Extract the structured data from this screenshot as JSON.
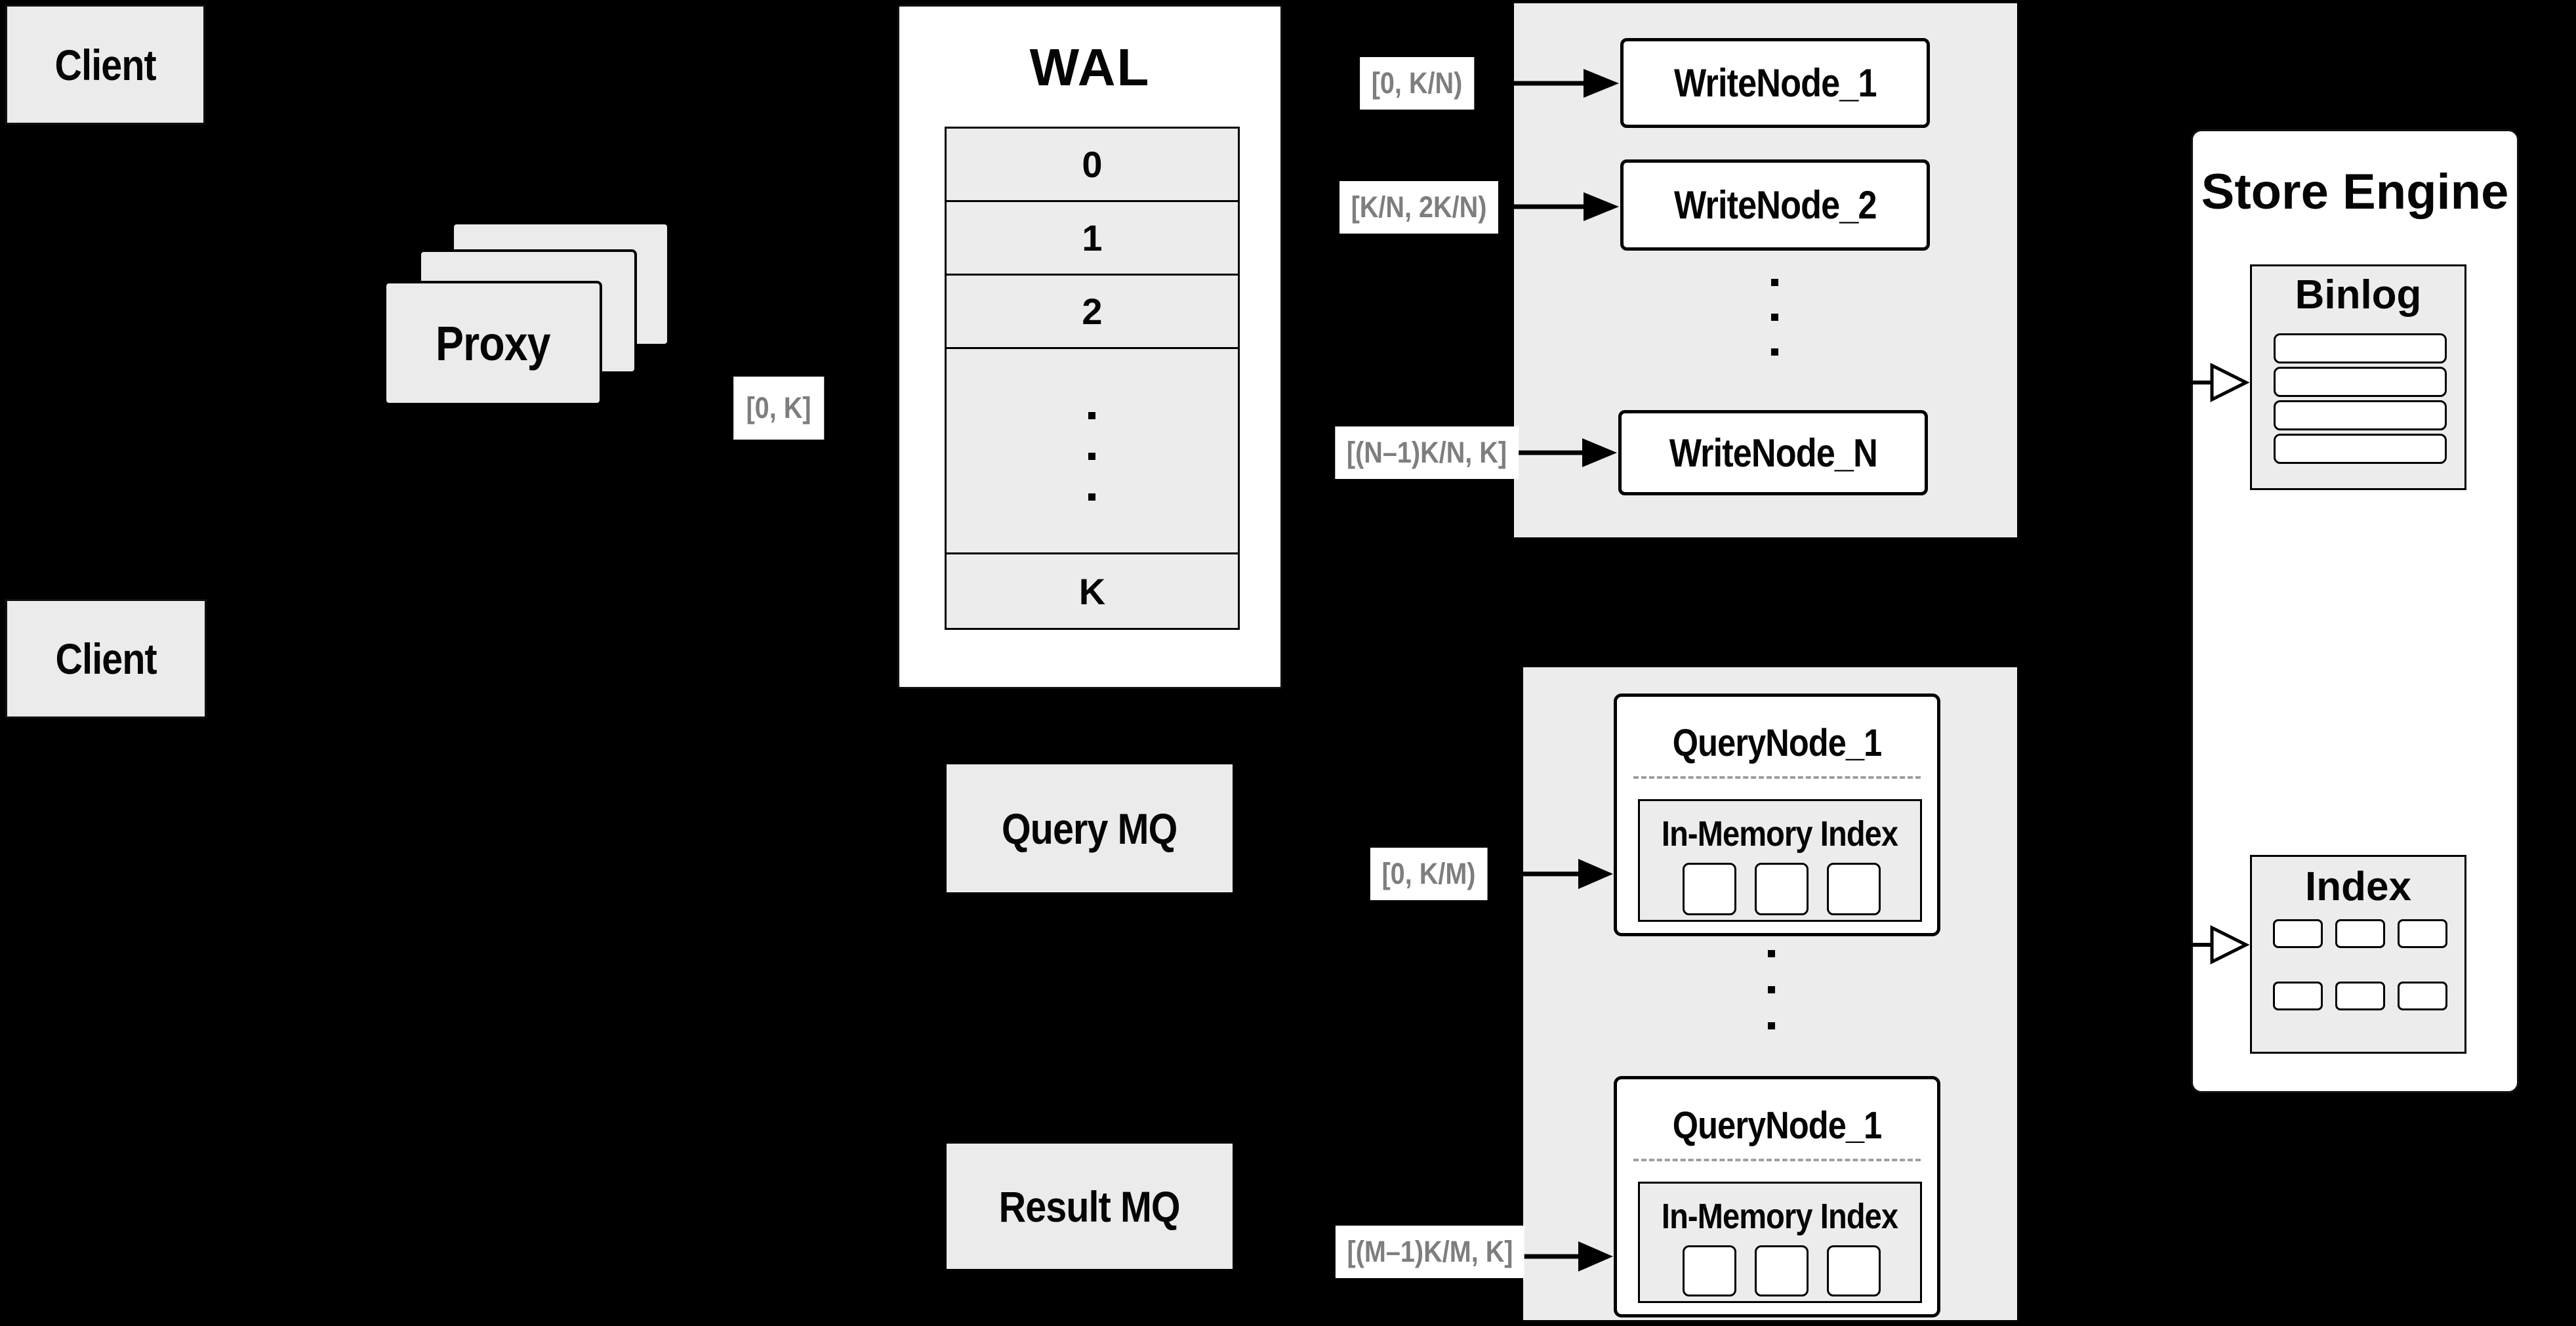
{
  "colors": {
    "background": "#000000",
    "panel_gray": "#ececec",
    "box_gray": "#ebebeb",
    "white": "#ffffff",
    "border_black": "#000000",
    "range_label_text": "#7e7e7e",
    "dashed_divider": "#9e9e9e"
  },
  "client": {
    "top": "Client",
    "bottom": "Client"
  },
  "proxy": {
    "title": "Proxy",
    "range": "[0, K]"
  },
  "wal": {
    "title": "WAL",
    "row0": "0",
    "row1": "1",
    "row2": "2",
    "rowK": "K"
  },
  "write": {
    "n1": "WriteNode_1",
    "n2": "WriteNode_2",
    "nN": "WriteNode_N",
    "label1": "[0, K/N)",
    "label2": "[K/N, 2K/N)",
    "labelN": "[(N–1)K/N, K]"
  },
  "query": {
    "node1": "QueryNode_1",
    "node2": "QueryNode_1",
    "inmem": "In-Memory Index",
    "label1": "[0, K/M)",
    "label2": "[(M–1)K/M, K]",
    "query_mq": "Query MQ",
    "result_mq": "Result MQ"
  },
  "store": {
    "title": "Store Engine",
    "binlog": "Binlog",
    "index": "Index"
  }
}
